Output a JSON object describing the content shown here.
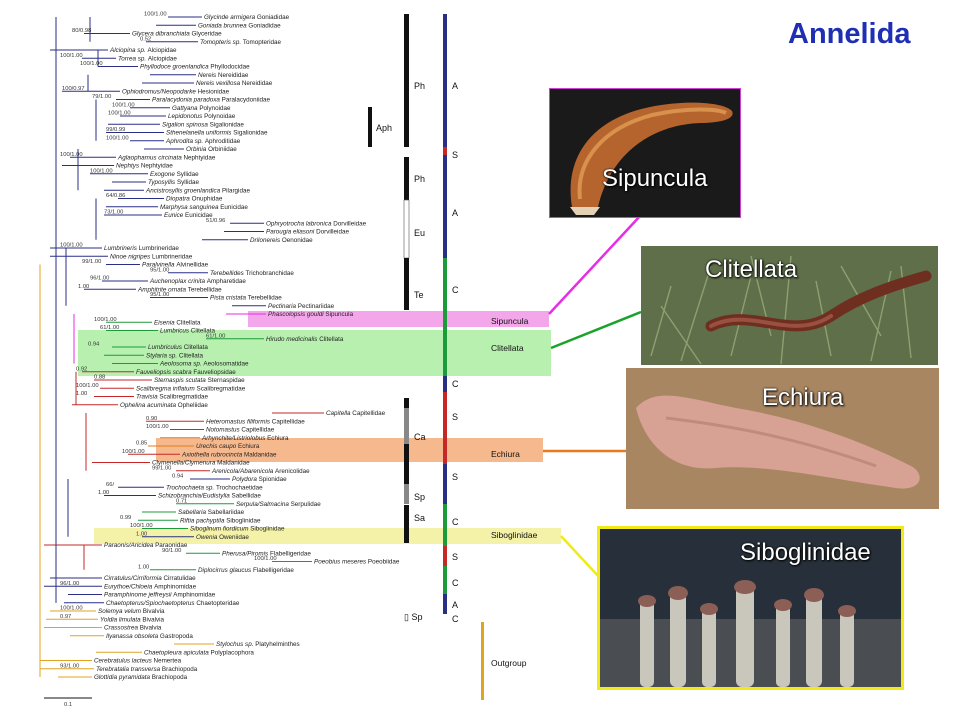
{
  "title": "Annelida",
  "scale_bar": "0.1",
  "taxa": [
    {
      "species": "Glycinde armigera",
      "family": "Goniadidae"
    },
    {
      "species": "Goniada brunnea",
      "family": "Goniadidae"
    },
    {
      "species": "Glycera dibranchiata",
      "family": "Glyceridae"
    },
    {
      "species": "Tomopteris sp.",
      "family": "Tomopteridae"
    },
    {
      "species": "Alciopina sp.",
      "family": "Alciopidae"
    },
    {
      "species": "Torrea sp.",
      "family": "Alciopidae"
    },
    {
      "species": "Phyllodoce groenlandica",
      "family": "Phyllodocidae"
    },
    {
      "species": "Nereis",
      "family": "Nereididae"
    },
    {
      "species": "Nereis vexillosa",
      "family": "Nereididae"
    },
    {
      "species": "Ophiodromus/Neopodarke",
      "family": "Hesionidae"
    },
    {
      "species": "Paralacydonia paradoxa",
      "family": "Paralacydoniidae"
    },
    {
      "species": "Gattyana",
      "family": "Polynoidae"
    },
    {
      "species": "Lepidonotus",
      "family": "Polynoidae"
    },
    {
      "species": "Sigalion spinosa",
      "family": "Sigalionidae"
    },
    {
      "species": "Sthenelanella uniformis",
      "family": "Sigalionidae"
    },
    {
      "species": "Aphrodita sp.",
      "family": "Aphroditidae"
    },
    {
      "species": "Orbinia",
      "family": "Orbiniidae"
    },
    {
      "species": "Aglaophamus circinata",
      "family": "Nephtyidae"
    },
    {
      "species": "Nephtys",
      "family": "Nephtyidae"
    },
    {
      "species": "Exogone",
      "family": "Syllidae"
    },
    {
      "species": "Typosyllis",
      "family": "Syllidae"
    },
    {
      "species": "Ancistrosyllis groenlandica",
      "family": "Pilargidae"
    },
    {
      "species": "Diopatra",
      "family": "Onuphidae"
    },
    {
      "species": "Marphysa sanguinea",
      "family": "Eunicidae"
    },
    {
      "species": "Eunice",
      "family": "Eunicidae"
    },
    {
      "species": "Ophryotrocha labronica",
      "family": "Dorvilleidae"
    },
    {
      "species": "Parougia eliasoni",
      "family": "Dorvilleidae"
    },
    {
      "species": "Drilonereis",
      "family": "Oenonidae"
    },
    {
      "species": "Lumbrineris",
      "family": "Lumbrineridae"
    },
    {
      "species": "Ninoe nigripes",
      "family": "Lumbrineridae"
    },
    {
      "species": "Paralvinella",
      "family": "Alvinellidae"
    },
    {
      "species": "Terebellides",
      "family": "Trichobranchidae"
    },
    {
      "species": "Auchenoplax crinita",
      "family": "Ampharetidae"
    },
    {
      "species": "Amphitrite ornata",
      "family": "Terebellidae"
    },
    {
      "species": "Pista cristata",
      "family": "Terebellidae"
    },
    {
      "species": "Pectinaria",
      "family": "Pectinariidae"
    },
    {
      "species": "Phascolopsis gouldi",
      "family": "Sipuncula"
    },
    {
      "species": "Eisenia",
      "family": "Clitellata"
    },
    {
      "species": "Lumbricus",
      "family": "Clitellata"
    },
    {
      "species": "Hirudo medicinalis",
      "family": "Clitellata"
    },
    {
      "species": "Lumbriculus",
      "family": "Clitellata"
    },
    {
      "species": "Stylaria sp.",
      "family": "Clitellata"
    },
    {
      "species": "Aeolosoma sp.",
      "family": "Aeolosomatidae"
    },
    {
      "species": "Fauveliopsis scabra",
      "family": "Fauveliopsidae"
    },
    {
      "species": "Sternaspis scutata",
      "family": "Sternaspidae"
    },
    {
      "species": "Scalibregma inflatum",
      "family": "Scalibregmatidae"
    },
    {
      "species": "Travisia",
      "family": "Scalibregmatidae"
    },
    {
      "species": "Ophelina acuminata",
      "family": "Opheliidae"
    },
    {
      "species": "Capitella",
      "family": "Capitellidae"
    },
    {
      "species": "Heteromastus filiformis",
      "family": "Capitellidae"
    },
    {
      "species": "Notomastus",
      "family": "Capitellidae"
    },
    {
      "species": "Arhynchite/Listriolobus",
      "family": "Echiura"
    },
    {
      "species": "Urechis caupo",
      "family": "Echiura"
    },
    {
      "species": "Axiothella rubrocincta",
      "family": "Maldanidae"
    },
    {
      "species": "Clymenella/Clymenura",
      "family": "Maldanidae"
    },
    {
      "species": "Arenicola/Abarenicola",
      "family": "Arenicolidae"
    },
    {
      "species": "Polydora",
      "family": "Spionidae"
    },
    {
      "species": "Trochochaeta sp.",
      "family": "Trochochaetidae"
    },
    {
      "species": "Schizobranchia/Eudistylia",
      "family": "Sabellidae"
    },
    {
      "species": "Serpula/Salmacina",
      "family": "Serpulidae"
    },
    {
      "species": "Sabellaria",
      "family": "Sabellariidae"
    },
    {
      "species": "Riftia pachyptila",
      "family": "Siboglinidae"
    },
    {
      "species": "Siboglinum fiordicum",
      "family": "Siboglinidae"
    },
    {
      "species": "Owenia",
      "family": "Oweniidae"
    },
    {
      "species": "Paraonis/Aricidea",
      "family": "Paraonidae"
    },
    {
      "species": "Pherusa/Piromis",
      "family": "Flabelligeridae"
    },
    {
      "species": "Poeobius meseres",
      "family": "Poeobiidae"
    },
    {
      "species": "Diplocirrus glaucus",
      "family": "Flabelligeridae"
    },
    {
      "species": "Cirratulus/Cirriformia",
      "family": "Cirratulidae"
    },
    {
      "species": "Eurythoe/Chloeia",
      "family": "Amphinomidae"
    },
    {
      "species": "Paramphinome jeffreysii",
      "family": "Amphinomidae"
    },
    {
      "species": "Chaetopterus/Spiochaetopterus",
      "family": "Chaetopteridae"
    },
    {
      "species": "Solemya velum",
      "family": "Bivalvia"
    },
    {
      "species": "Yoldia limulata",
      "family": "Bivalvia"
    },
    {
      "species": "Crassostrea",
      "family": "Bivalvia"
    },
    {
      "species": "Ilyanassa obsoleta",
      "family": "Gastropoda"
    },
    {
      "species": "Stylochus sp.",
      "family": "Platyhelminthes"
    },
    {
      "species": "Chaetopleura apiculata",
      "family": "Polyplacophora"
    },
    {
      "species": "Cerebratulus lacteus",
      "family": "Nemertea"
    },
    {
      "species": "Terebratalia transversa",
      "family": "Brachiopoda"
    },
    {
      "species": "Glottidia pyramidata",
      "family": "Brachiopoda"
    }
  ],
  "support_labels": [
    "100/1.00",
    "80/0.98",
    "0.52",
    "100/1.00",
    "100/1.00",
    "100/0.97",
    "79/1.00",
    "100/1.00",
    "100/1.00",
    "99/0.99",
    "100/1.00",
    "100/1.00",
    "100/1.00",
    "73/1.00",
    "64/0.86",
    "51/0.96",
    "100/1.00",
    "99/1.00",
    "95/1.00",
    "96/1.00",
    "1.00",
    "95/1.00",
    "100/1.00",
    "61/1.00",
    "61/1.00",
    "0.94",
    "0.92",
    "0.88",
    "100/1.00",
    "1.00",
    "0.90",
    "100/1.00",
    "0.85",
    "100/1.00",
    "99/1.00",
    "0.94",
    "66/",
    "1.00",
    "0.71",
    "0.99",
    "100/1.00",
    "1.00",
    "90/1.00",
    "100/1.00",
    "1.00",
    "96/1.00",
    "100/1.00",
    "0.97",
    "93/1.00"
  ],
  "bands": {
    "sipuncula": "Sipuncula",
    "clitellata": "Clitellata",
    "echiura": "Echiura",
    "siboglinidae": "Siboglinidae"
  },
  "outgroup": "Outgroup",
  "group_labels": [
    "Ph",
    "Aph",
    "Ph",
    "Eu",
    "Te",
    "Ca",
    "Sp",
    "Sa",
    "▯ Sp"
  ],
  "column_labels": [
    "A",
    "S",
    "A",
    "C",
    "C",
    "S",
    "S",
    "C",
    "S",
    "C",
    "A",
    "C"
  ],
  "photos": {
    "sipuncula": "Sipuncula",
    "clitellata": "Clitellata",
    "echiura": "Echiura",
    "siboglinidae": "Siboglinidae"
  },
  "colors": {
    "title": "#1e2fb4",
    "annelid_branch": "#2a2f86",
    "green_branch": "#1c9b3a",
    "red_branch": "#c62828",
    "outgroup_branch": "#e2a321",
    "sipuncula_band": "#f4a6ea",
    "clitellata_band": "#b8f0b0",
    "echiura_band": "#f6b98e",
    "siboglinidae_band": "#f4f2a8",
    "connector_sipuncula": "#e62ee6",
    "connector_clitellata": "#1aa32b",
    "connector_echiura": "#e8791e",
    "connector_siboglinidae": "#f0ea18"
  }
}
